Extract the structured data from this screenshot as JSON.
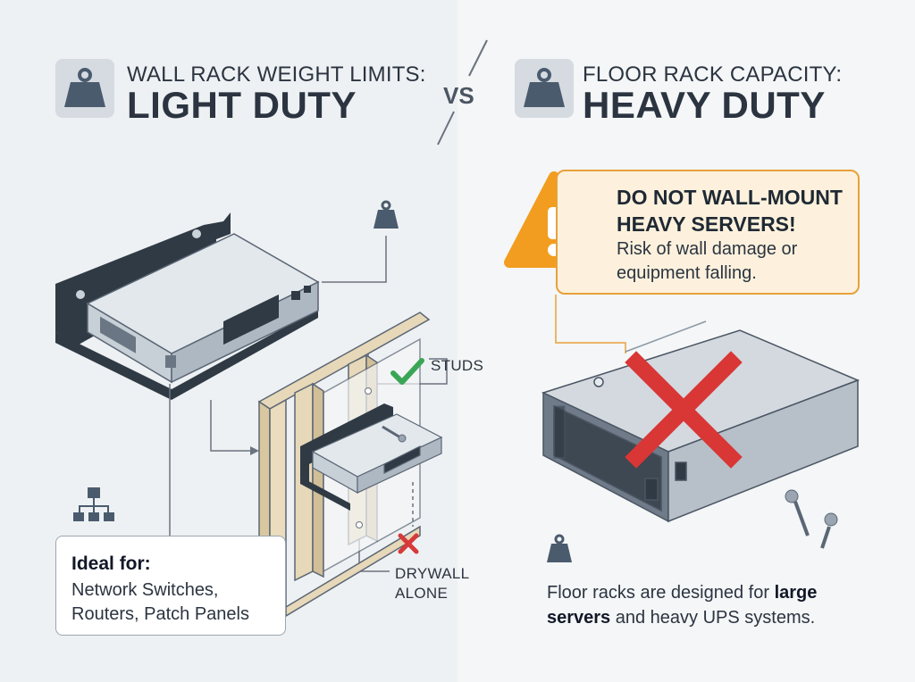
{
  "left": {
    "title_sub": "WALL RACK WEIGHT LIMITS:",
    "title_main": "LIGHT DUTY",
    "ideal_title": "Ideal for:",
    "ideal_items": [
      "Network Switches,",
      "Routers, Patch Panels"
    ],
    "callout_studs": "STUDS",
    "callout_drywall": [
      "DRYWALL",
      "ALONE"
    ]
  },
  "vs_label": "VS",
  "right": {
    "title_sub": "FLOOR RACK CAPACITY:",
    "title_main": "HEAVY DUTY",
    "warning_title_lines": [
      "DO NOT WALL-MOUNT",
      "HEAVY SERVERS!"
    ],
    "warning_body_lines": [
      "Risk of wall damage or",
      "equipment falling."
    ],
    "floor_note": {
      "part1": "Floor racks are designed for ",
      "bold1": "large servers",
      "part2": " and heavy UPS systems."
    }
  },
  "icons": {
    "weight": "weight-icon",
    "network": "network-tree-icon",
    "warning": "warning-triangle-icon",
    "check": "check-icon",
    "cross": "cross-icon",
    "screw": "screw-icon"
  },
  "colors": {
    "check": "#3aa655",
    "cross": "#d63a3a",
    "warning_fill": "#f29d1f",
    "warning_box": "#fdf1dd",
    "big_x": "#d93636"
  }
}
